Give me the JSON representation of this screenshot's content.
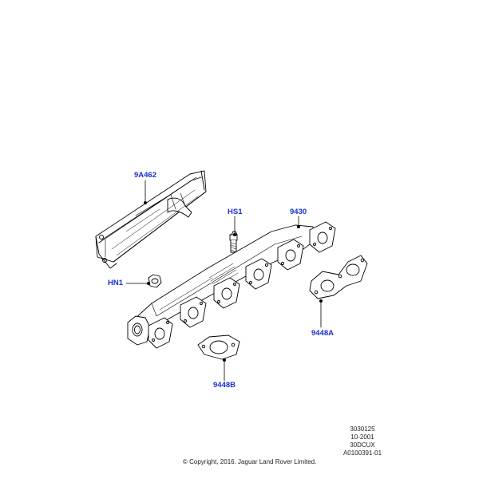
{
  "diagram": {
    "callouts": {
      "heat_shield": "9A462",
      "stud": "HS1",
      "manifold": "9430",
      "nut": "HN1",
      "gasket_a": "9448A",
      "gasket_b": "9448B"
    },
    "reference_block": [
      "3030125",
      "10-2001",
      "30DCUX",
      "A0100391-01"
    ],
    "copyright": "© Copyright, 2016. Jaguar Land Rover Limited.",
    "colors": {
      "callout": "#1a2fd6",
      "line_art": "#000000"
    }
  }
}
